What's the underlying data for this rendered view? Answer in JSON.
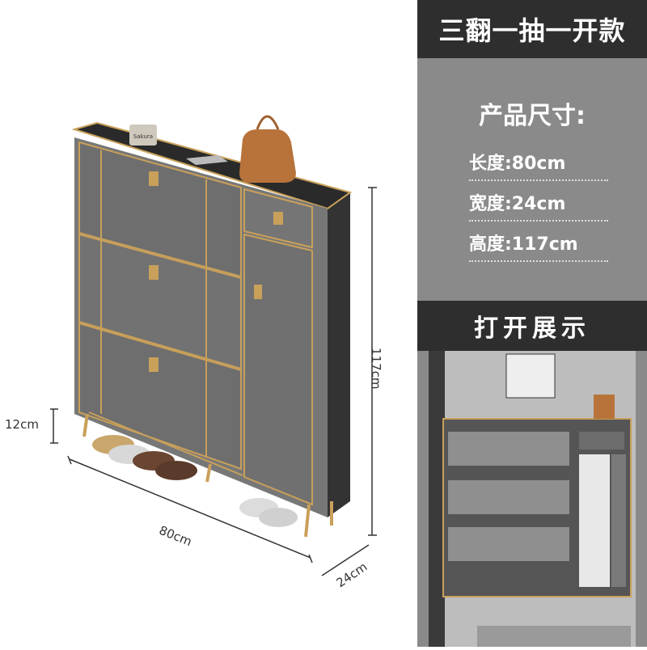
{
  "header": {
    "title": "三翻一抽一开款"
  },
  "specs": {
    "title": "产品尺寸:",
    "rows": [
      {
        "label": "长度:80cm"
      },
      {
        "label": "宽度:24cm"
      },
      {
        "label": "高度:117cm"
      }
    ]
  },
  "open_section": {
    "title": "打开展示"
  },
  "dimensions": {
    "width": "80cm",
    "depth": "24cm",
    "height": "117cm",
    "leg": "12cm"
  },
  "colors": {
    "cabinet": "#6f6f6f",
    "trim": "#c8a05a",
    "panel_dark": "#2e2e2e",
    "panel_gray": "#8a8a8a"
  },
  "badge": {
    "text": "Sakura"
  }
}
